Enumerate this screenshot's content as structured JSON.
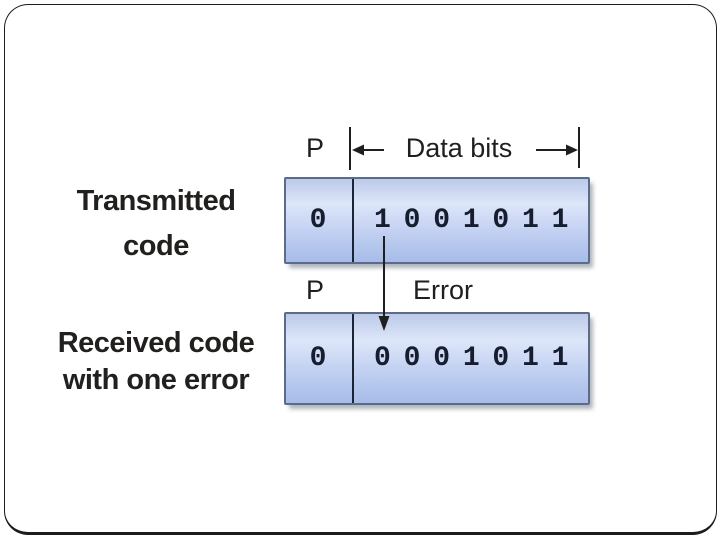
{
  "labels": {
    "transmitted_row": "Transmitted code",
    "received_row": "Received code with one error"
  },
  "header_top": {
    "parity_label": "P",
    "span_label": "Data bits"
  },
  "header_mid": {
    "parity_label": "P",
    "error_label": "Error"
  },
  "transmitted_code": {
    "parity_bit": "0",
    "data_bits": "1 0 0 1 0 1 1"
  },
  "received_code": {
    "parity_bit": "0",
    "data_bits": "0 0 0 1 0 1 1"
  },
  "icons": {
    "left_arrow": "left-arrow-icon",
    "right_arrow": "right-arrow-icon",
    "down_arrow": "down-arrow-icon"
  },
  "colors": {
    "frame_border": "#1c1c1c",
    "box_border": "#5b6b88",
    "box_gradient_top": "#bccae9",
    "box_gradient_light": "#dde6f9",
    "box_gradient_mid": "#c3d1f2",
    "box_gradient_bottom": "#a7bce9",
    "divider": "#1b2336",
    "bits_text": "#161d2e",
    "annotation_text": "#1f1f1f",
    "label_text": "#21201e"
  }
}
